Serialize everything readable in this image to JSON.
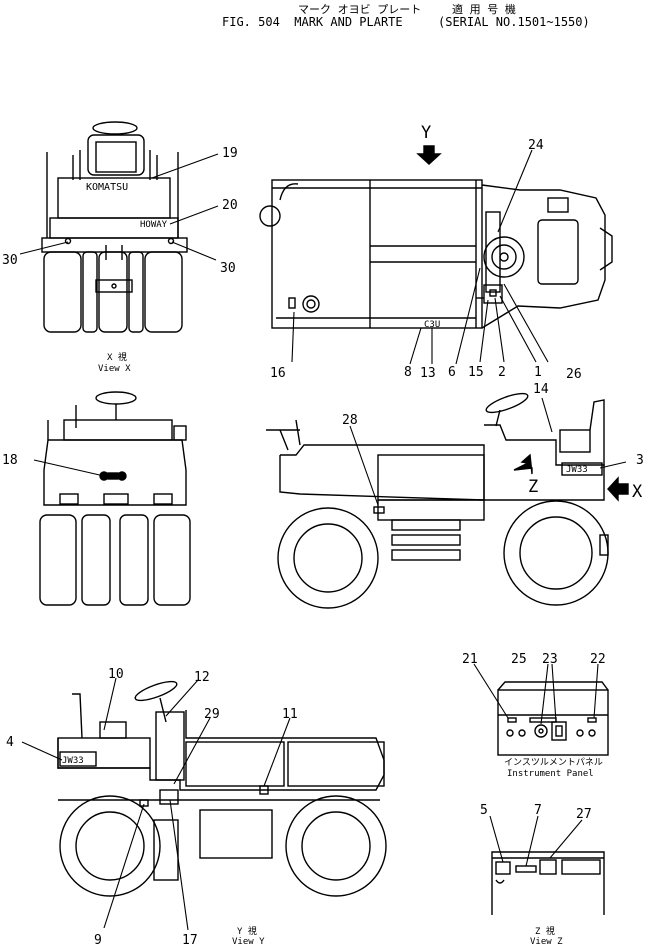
{
  "header": {
    "kana_line": "マーク オヨビ プレート",
    "title": "FIG. 504  MARK AND PLARTE",
    "applicable_jp": "適 用 号 機",
    "serial": "(SERIAL NO.1501~1550)"
  },
  "views": {
    "x_jp": "X 視",
    "x": "View X",
    "y_jp": "Y 視",
    "y": "View Y",
    "z_jp": "Z 視",
    "z": "View Z",
    "panel_jp": "インスツルメントパネル",
    "panel": "Instrument Panel"
  },
  "arrows": {
    "y": "Y",
    "x": "X",
    "z": "Z"
  },
  "marks": {
    "komatsu": "KOMATSU",
    "howay": "HOWAY",
    "jw33": "JW33",
    "plate_code": "C3U"
  },
  "callouts": {
    "c1": "1",
    "c2": "2",
    "c3": "3",
    "c4": "4",
    "c5": "5",
    "c6": "6",
    "c7": "7",
    "c8": "8",
    "c9": "9",
    "c10": "10",
    "c11": "11",
    "c12": "12",
    "c13": "13",
    "c14": "14",
    "c15": "15",
    "c16": "16",
    "c17": "17",
    "c18": "18",
    "c19": "19",
    "c20": "20",
    "c21": "21",
    "c22": "22",
    "c23": "23",
    "c24": "24",
    "c25": "25",
    "c26": "26",
    "c27": "27",
    "c28": "28",
    "c29": "29",
    "c30a": "30",
    "c30b": "30"
  }
}
